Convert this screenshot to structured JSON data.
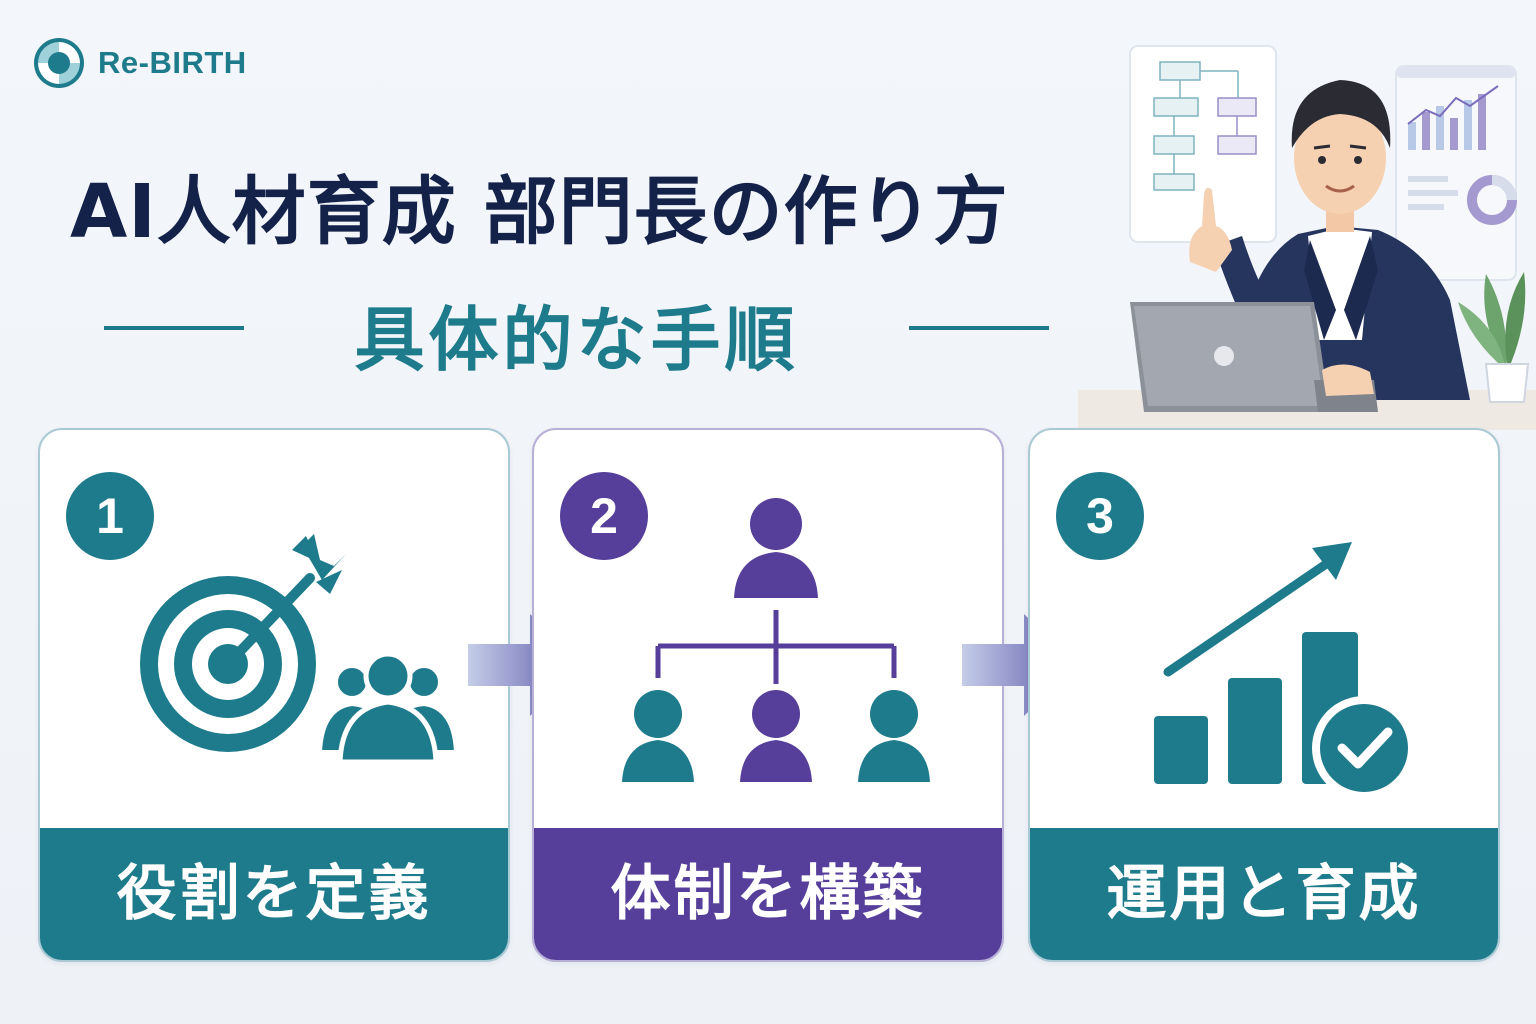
{
  "brand": {
    "name": "Re-BIRTH",
    "icon": "swirl-logo-icon"
  },
  "title": "AI人材育成 部門長の作り方",
  "subtitle": "具体的な手順",
  "colors": {
    "navy": "#14224a",
    "teal": "#1e7b8c",
    "purple": "#553f9a"
  },
  "steps": [
    {
      "number": "1",
      "label": "役割を定義",
      "icon": "target-team-icon",
      "color": "#1e7b8c"
    },
    {
      "number": "2",
      "label": "体制を構築",
      "icon": "org-chart-icon",
      "color": "#553f9a"
    },
    {
      "number": "3",
      "label": "運用と育成",
      "icon": "growth-chart-check-icon",
      "color": "#1e7b8c"
    }
  ],
  "illustration": "man-pointing-with-laptop"
}
